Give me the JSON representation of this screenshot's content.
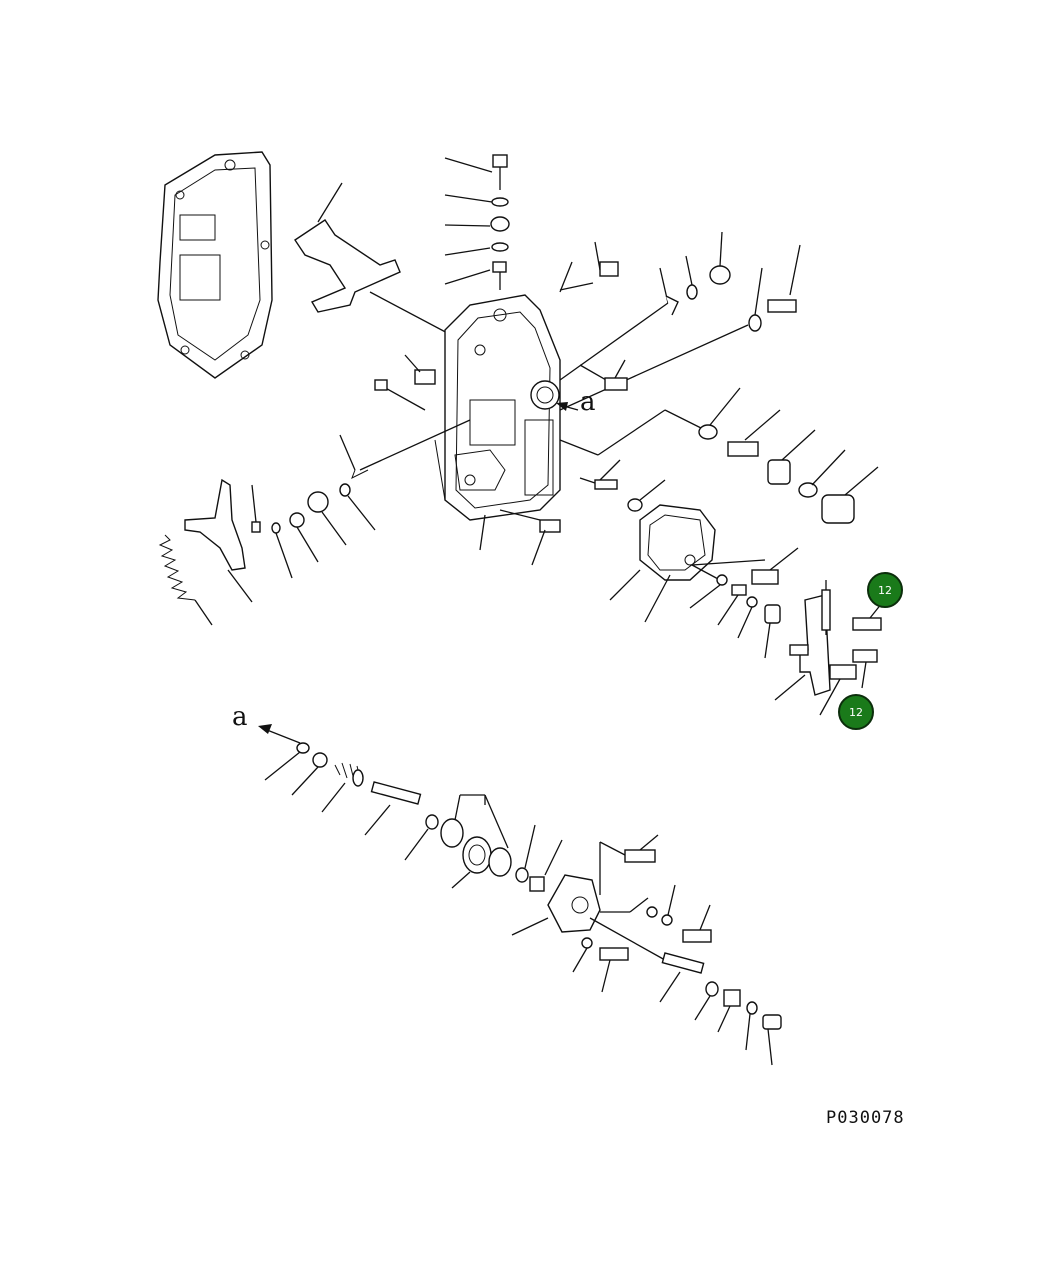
{
  "diagram": {
    "drawing_number": "P030078",
    "view_markers": {
      "top": "a",
      "bottom": "a"
    },
    "callouts": [
      {
        "id": "callout-upper",
        "label": "12"
      },
      {
        "id": "callout-lower",
        "label": "12"
      }
    ],
    "colors": {
      "callout_fill": "#1a7a1a",
      "line": "#111111",
      "background": "#ffffff"
    }
  }
}
